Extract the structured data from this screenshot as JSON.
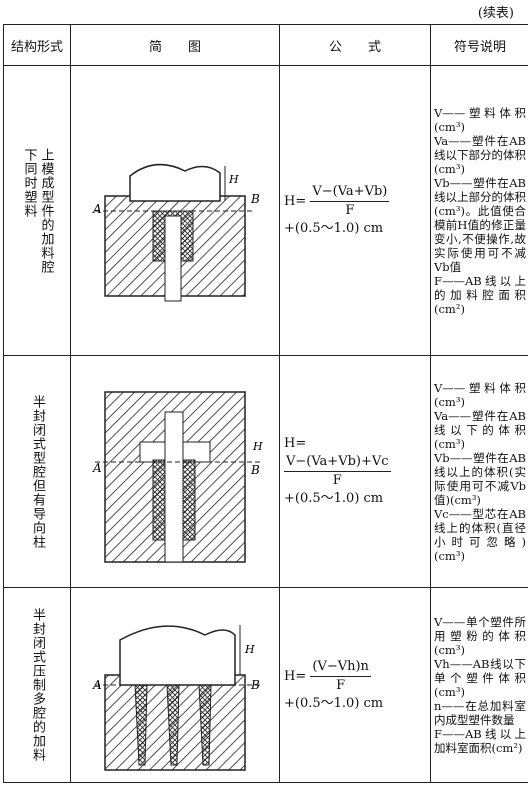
{
  "continued": "(续表)",
  "headers": [
    "结构形式",
    "简　　图",
    "公　　式",
    "符号说明"
  ],
  "rows": [
    {
      "structure_cols": [
        "上模成型件的加料腔",
        "下同时塑料"
      ],
      "formula_lhs": "H=",
      "formula_main": "V−(Va+Vb)",
      "formula_den": "F",
      "formula_tail": "+(0.5～1.0) cm",
      "symbols": [
        "V——塑料体积(cm³)",
        "Va——塑件在AB线以下部分的体积(cm³)",
        "Vb——塑件在AB线以上部分的体积(cm³)。此值使合模前H值的修正量变小,不便操作,故实际使用可不减Vb值",
        "F——AB线以上的加料腔面积(cm²)"
      ],
      "fig_labels": {
        "a": "A",
        "b": "B",
        "h": "H"
      }
    },
    {
      "structure_cols": [
        "半封闭式型腔但有导向柱"
      ],
      "formula_lhs": "H=",
      "formula_main": "V−(Va+Vb)+Vc",
      "formula_den": "F",
      "formula_tail": "+(0.5～1.0) cm",
      "symbols": [
        "V——塑料体积(cm³)",
        "Va——塑件在AB线以下的体积(cm³)",
        "Vb——塑件在AB线以上的体积(实际使用可不减Vb值)(cm³)",
        "Vc——型芯在AB线上的体积(直径小时可忽略)(cm³)"
      ],
      "fig_labels": {
        "a": "A",
        "b": "B",
        "h": "H"
      }
    },
    {
      "structure_cols": [
        "半封闭式压制多腔的加料"
      ],
      "formula_lhs": "H=",
      "formula_main": "(V−Vh)n",
      "formula_den": "F",
      "formula_tail": "+(0.5～1.0) cm",
      "symbols": [
        "V——单个塑件所用塑粉的体积(cm³)",
        "Vh——AB线以下单个塑件体积(cm³)",
        "n——在总加料室内成型塑件数量",
        "F——AB线以上加料室面积(cm²)"
      ],
      "fig_labels": {
        "a": "A",
        "b": "B",
        "h": "H"
      }
    }
  ]
}
